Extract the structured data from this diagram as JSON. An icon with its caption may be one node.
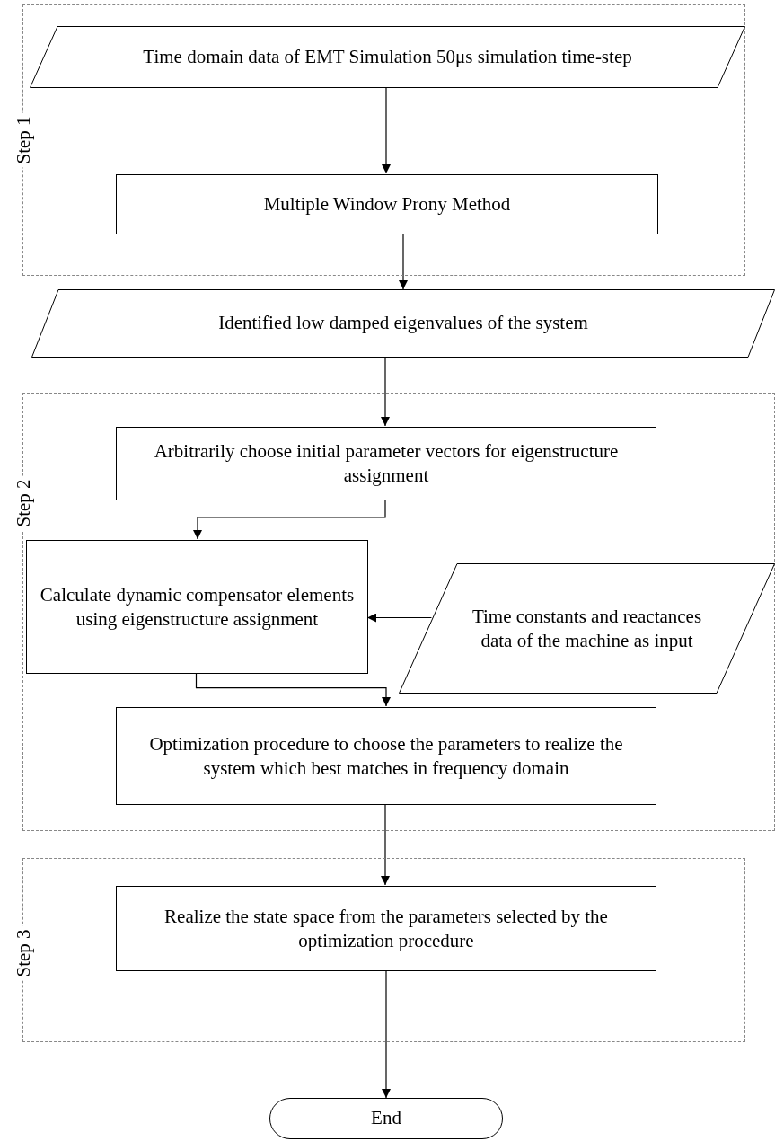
{
  "diagram": {
    "nodes": [
      {
        "text": [
          "Step 1"
        ]
      },
      {
        "text": [
          "Time domain data of EMT Simulation 50μs simulation time-step"
        ],
        "in": 0
      },
      {
        "text": [
          "Multiple Window Prony Method"
        ],
        "in": 0
      },
      {
        "text": [
          "Identified low damped eigenvalues of the system"
        ]
      },
      {
        "text": [
          "Step 2"
        ]
      },
      {
        "text": [
          "Arbitrarily choose initial parameter vectors for eigenstructure assignment"
        ],
        "in": 4
      },
      {
        "text": [
          "Calculate dynamic compensator elements using eigenstructure assignment"
        ],
        "in": 4
      },
      {
        "text": [
          "Time constants and reactances data of the machine as input"
        ],
        "in": 4
      },
      {
        "text": [
          "Optimization procedure to choose the parameters to realize the system which best matches in frequency domain"
        ],
        "in": 4
      },
      {
        "text": [
          "Step 3"
        ]
      },
      {
        "text": [
          "Realize the state space from the parameters selected by the optimization procedure"
        ],
        "in": 9
      },
      {
        "text": [
          "End"
        ]
      }
    ],
    "edges": [
      {
        "from": 1,
        "to": 2,
        "arrow": "to"
      },
      {
        "from": 2,
        "to": 3,
        "arrow": "to"
      },
      {
        "from": 3,
        "to": 5,
        "arrow": "to"
      },
      {
        "from": 5,
        "to": 6,
        "arrow": "to"
      },
      {
        "from": 7,
        "to": 6,
        "arrow": "to"
      },
      {
        "from": 6,
        "to": 8,
        "arrow": "to"
      },
      {
        "from": 8,
        "to": 10,
        "arrow": "to"
      },
      {
        "from": 10,
        "to": 11,
        "arrow": "to"
      }
    ]
  }
}
